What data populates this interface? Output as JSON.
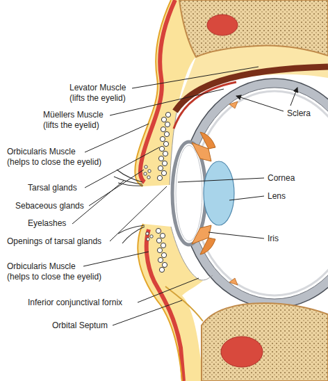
{
  "diagram": {
    "labels": [
      "Levator Muscle (lifts the eyelid)",
      "Müellers Muscle (lifts the eyelid)",
      "Orbicularis Muscle (helps to close the eyelid)",
      "Tarsal glands",
      "Sebaceous glands",
      "Eyelashes",
      "Openings of tarsal glands",
      "Orbicularis Muscle (helps to close the eyelid)",
      "Inferior conjunctival fornix",
      "Orbital Septum",
      "Sclera",
      "Cornea",
      "Lens",
      "Iris"
    ]
  }
}
